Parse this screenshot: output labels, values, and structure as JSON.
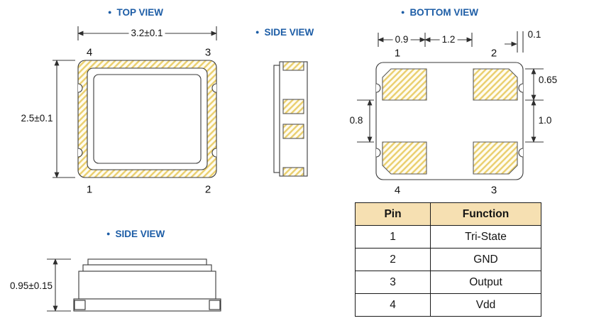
{
  "bullet_icon": "●",
  "colors": {
    "label_blue": "#1d5da6",
    "hatch_line": "#eacf6e",
    "line_dark": "#3a3a3a",
    "table_header_bg": "#f6e0b2"
  },
  "views": {
    "top": {
      "label": "TOP VIEW",
      "dim_width": "3.2±0.1",
      "dim_height": "2.5±0.1",
      "pin_top_left": "4",
      "pin_top_right": "3",
      "pin_bottom_left": "1",
      "pin_bottom_right": "2"
    },
    "side_upper": {
      "label": "SIDE VIEW"
    },
    "bottom": {
      "label": "BOTTOM VIEW",
      "dim_pad_width": "0.9",
      "dim_pad_gap": "1.2",
      "dim_edge_gap": "0.1",
      "dim_pad_height": "0.65",
      "dim_vertical_gap": "1.0",
      "dim_left_gap": "0.8",
      "pad_top_left": "1",
      "pad_top_right": "2",
      "pad_bottom_left": "4",
      "pad_bottom_right": "3"
    },
    "side_lower": {
      "label": "SIDE VIEW",
      "dim_height": "0.95±0.15"
    }
  },
  "pin_table": {
    "headers": [
      "Pin",
      "Function"
    ],
    "rows": [
      {
        "pin": "1",
        "function": "Tri-State"
      },
      {
        "pin": "2",
        "function": "GND"
      },
      {
        "pin": "3",
        "function": "Output"
      },
      {
        "pin": "4",
        "function": "Vdd"
      }
    ]
  }
}
